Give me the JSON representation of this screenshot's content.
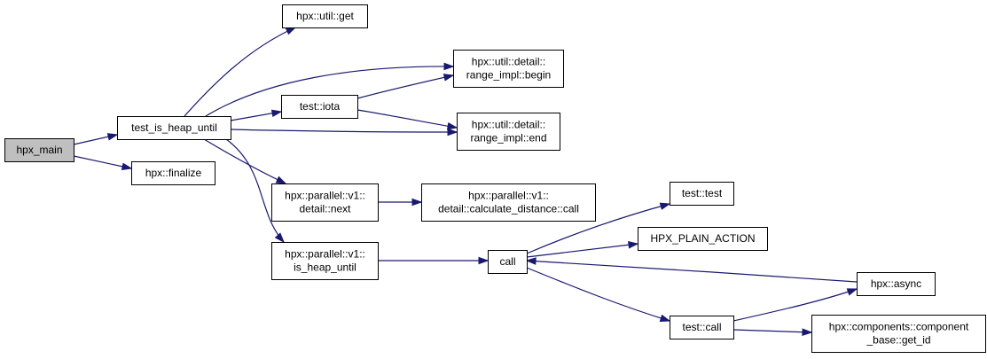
{
  "colors": {
    "edge": "#191970",
    "root_fill": "#bfbfbf",
    "node_fill": "#ffffff",
    "border": "#000000"
  },
  "nodes": [
    {
      "id": "hpx_main",
      "lines": [
        "hpx_main"
      ],
      "root": true
    },
    {
      "id": "test_is_heap_until",
      "lines": [
        "test_is_heap_until"
      ]
    },
    {
      "id": "hpx_finalize",
      "lines": [
        "hpx::finalize"
      ]
    },
    {
      "id": "hpx_util_get",
      "lines": [
        "hpx::util::get"
      ]
    },
    {
      "id": "range_impl_begin",
      "lines": [
        "hpx::util::detail::",
        "range_impl::begin"
      ]
    },
    {
      "id": "test_iota",
      "lines": [
        "test::iota"
      ]
    },
    {
      "id": "range_impl_end",
      "lines": [
        "hpx::util::detail::",
        "range_impl::end"
      ]
    },
    {
      "id": "detail_next",
      "lines": [
        "hpx::parallel::v1::",
        "detail::next"
      ]
    },
    {
      "id": "calculate_distance_call",
      "lines": [
        "hpx::parallel::v1::",
        "detail::calculate_distance::call"
      ]
    },
    {
      "id": "is_heap_until",
      "lines": [
        "hpx::parallel::v1::",
        "is_heap_until"
      ]
    },
    {
      "id": "call",
      "lines": [
        "call"
      ]
    },
    {
      "id": "test_test",
      "lines": [
        "test::test"
      ]
    },
    {
      "id": "hpx_plain_action",
      "lines": [
        "HPX_PLAIN_ACTION"
      ]
    },
    {
      "id": "hpx_async",
      "lines": [
        "hpx::async"
      ]
    },
    {
      "id": "test_call",
      "lines": [
        "test::call"
      ]
    },
    {
      "id": "component_base_get_id",
      "lines": [
        "hpx::components::component",
        "_base::get_id"
      ]
    }
  ],
  "edges": [
    {
      "from": "hpx_main",
      "to": "test_is_heap_until"
    },
    {
      "from": "hpx_main",
      "to": "hpx_finalize"
    },
    {
      "from": "test_is_heap_until",
      "to": "hpx_util_get"
    },
    {
      "from": "test_is_heap_until",
      "to": "range_impl_begin"
    },
    {
      "from": "test_is_heap_until",
      "to": "test_iota"
    },
    {
      "from": "test_is_heap_until",
      "to": "range_impl_end"
    },
    {
      "from": "test_is_heap_until",
      "to": "detail_next"
    },
    {
      "from": "test_is_heap_until",
      "to": "is_heap_until"
    },
    {
      "from": "test_iota",
      "to": "range_impl_begin"
    },
    {
      "from": "test_iota",
      "to": "range_impl_end"
    },
    {
      "from": "detail_next",
      "to": "calculate_distance_call"
    },
    {
      "from": "is_heap_until",
      "to": "call"
    },
    {
      "from": "call",
      "to": "test_test"
    },
    {
      "from": "call",
      "to": "hpx_plain_action"
    },
    {
      "from": "call",
      "to": "test_call"
    },
    {
      "from": "hpx_async",
      "to": "call"
    },
    {
      "from": "test_call",
      "to": "hpx_async"
    },
    {
      "from": "test_call",
      "to": "component_base_get_id"
    }
  ]
}
